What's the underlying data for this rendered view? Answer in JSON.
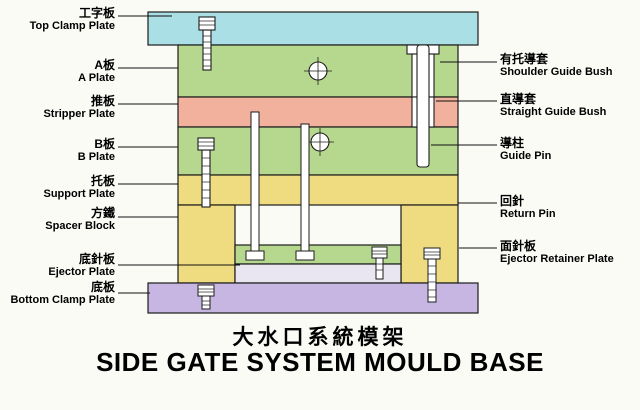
{
  "title": {
    "cn": "大水口系統模架",
    "en": "SIDE GATE SYSTEM MOULD BASE"
  },
  "left_labels": [
    {
      "cn": "工字板",
      "en": "Top Clamp Plate"
    },
    {
      "cn": "A板",
      "en": "A Plate"
    },
    {
      "cn": "推板",
      "en": "Stripper Plate"
    },
    {
      "cn": "B板",
      "en": "B Plate"
    },
    {
      "cn": "托板",
      "en": "Support Plate"
    },
    {
      "cn": "方鐵",
      "en": "Spacer Block"
    },
    {
      "cn": "底針板",
      "en": "Ejector Plate"
    },
    {
      "cn": "底板",
      "en": "Bottom Clamp Plate"
    }
  ],
  "right_labels": [
    {
      "cn": "有托導套",
      "en": "Shoulder Guide Bush"
    },
    {
      "cn": "直導套",
      "en": "Straight Guide Bush"
    },
    {
      "cn": "導柱",
      "en": "Guide Pin"
    },
    {
      "cn": "回針",
      "en": "Return Pin"
    },
    {
      "cn": "面針板",
      "en": "Ejector Retainer Plate"
    }
  ],
  "colors": {
    "top_clamp_plate": "#a9dfe5",
    "a_plate": "#b6d88e",
    "stripper_plate": "#f1b19c",
    "b_plate": "#b6d88e",
    "support_plate": "#efdc80",
    "spacer_block": "#efdc80",
    "ejector_retainer_plate": "#b6d88e",
    "ejector_plate": "#e9e5f1",
    "bottom_clamp_plate": "#c7b6e2",
    "outline": "#1c1c1c"
  }
}
